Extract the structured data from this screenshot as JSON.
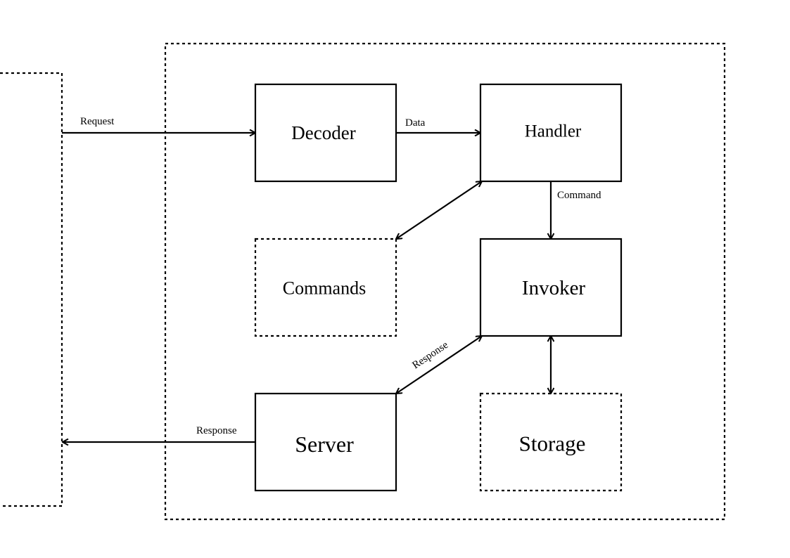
{
  "diagram": {
    "nodes": {
      "decoder": "Decoder",
      "handler": "Handler",
      "commands": "Commands",
      "invoker": "Invoker",
      "server": "Server",
      "storage": "Storage"
    },
    "edges": {
      "request": "Request",
      "data": "Data",
      "command": "Command",
      "response_invoker_server": "Response",
      "response_server_client": "Response"
    }
  }
}
